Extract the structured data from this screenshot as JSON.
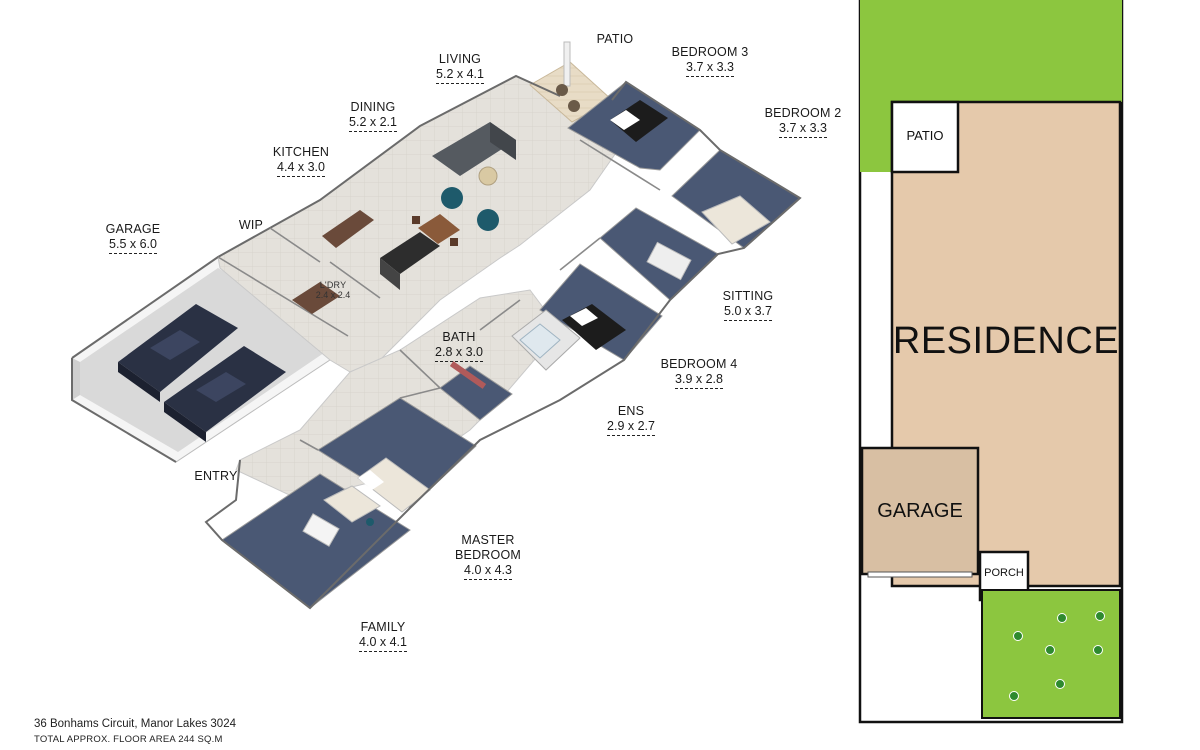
{
  "rooms": [
    {
      "id": "living",
      "name": "LIVING",
      "dim": "5.2 x 4.1"
    },
    {
      "id": "patio",
      "name": "PATIO",
      "dim": ""
    },
    {
      "id": "bedroom3",
      "name": "BEDROOM 3",
      "dim": "3.7 x 3.3"
    },
    {
      "id": "bedroom2",
      "name": "BEDROOM 2",
      "dim": "3.7 x 3.3"
    },
    {
      "id": "dining",
      "name": "DINING",
      "dim": "5.2 x 2.1"
    },
    {
      "id": "kitchen",
      "name": "KITCHEN",
      "dim": "4.4 x 3.0"
    },
    {
      "id": "garage",
      "name": "GARAGE",
      "dim": "5.5 x 6.0"
    },
    {
      "id": "wip",
      "name": "WIP",
      "dim": ""
    },
    {
      "id": "laundry",
      "name": "L'DRY",
      "dim": "2.4 x 2.4"
    },
    {
      "id": "bath",
      "name": "BATH",
      "dim": "2.8 x 3.0"
    },
    {
      "id": "sitting",
      "name": "SITTING",
      "dim": "5.0 x 3.7"
    },
    {
      "id": "bedroom4",
      "name": "BEDROOM 4",
      "dim": "3.9 x 2.8"
    },
    {
      "id": "ens",
      "name": "ENS",
      "dim": "2.9 x 2.7"
    },
    {
      "id": "entry",
      "name": "ENTRY",
      "dim": ""
    },
    {
      "id": "master",
      "name": "MASTER\nBEDROOM",
      "dim": "4.0 x 4.3"
    },
    {
      "id": "family",
      "name": "FAMILY",
      "dim": "4.0 x 4.1"
    }
  ],
  "site_plan": {
    "patio": "PATIO",
    "residence": "RESIDENCE",
    "garage": "GARAGE",
    "porch": "PORCH"
  },
  "footer": {
    "address": "36 Bonhams Circuit, Manor Lakes 3024",
    "area": "TOTAL APPROX. FLOOR AREA 244 SQ.M"
  },
  "colors": {
    "floor_tile": "#e3e0da",
    "carpet": "#4a5874",
    "wall": "#f2f2f2",
    "garage_floor": "#d9d9d9",
    "lawn": "#8cc63f",
    "residence": "#e5c9ab",
    "garage_site": "#d8bfa3",
    "furniture_teal": "#1e5a6b",
    "car": "#2a3144"
  }
}
